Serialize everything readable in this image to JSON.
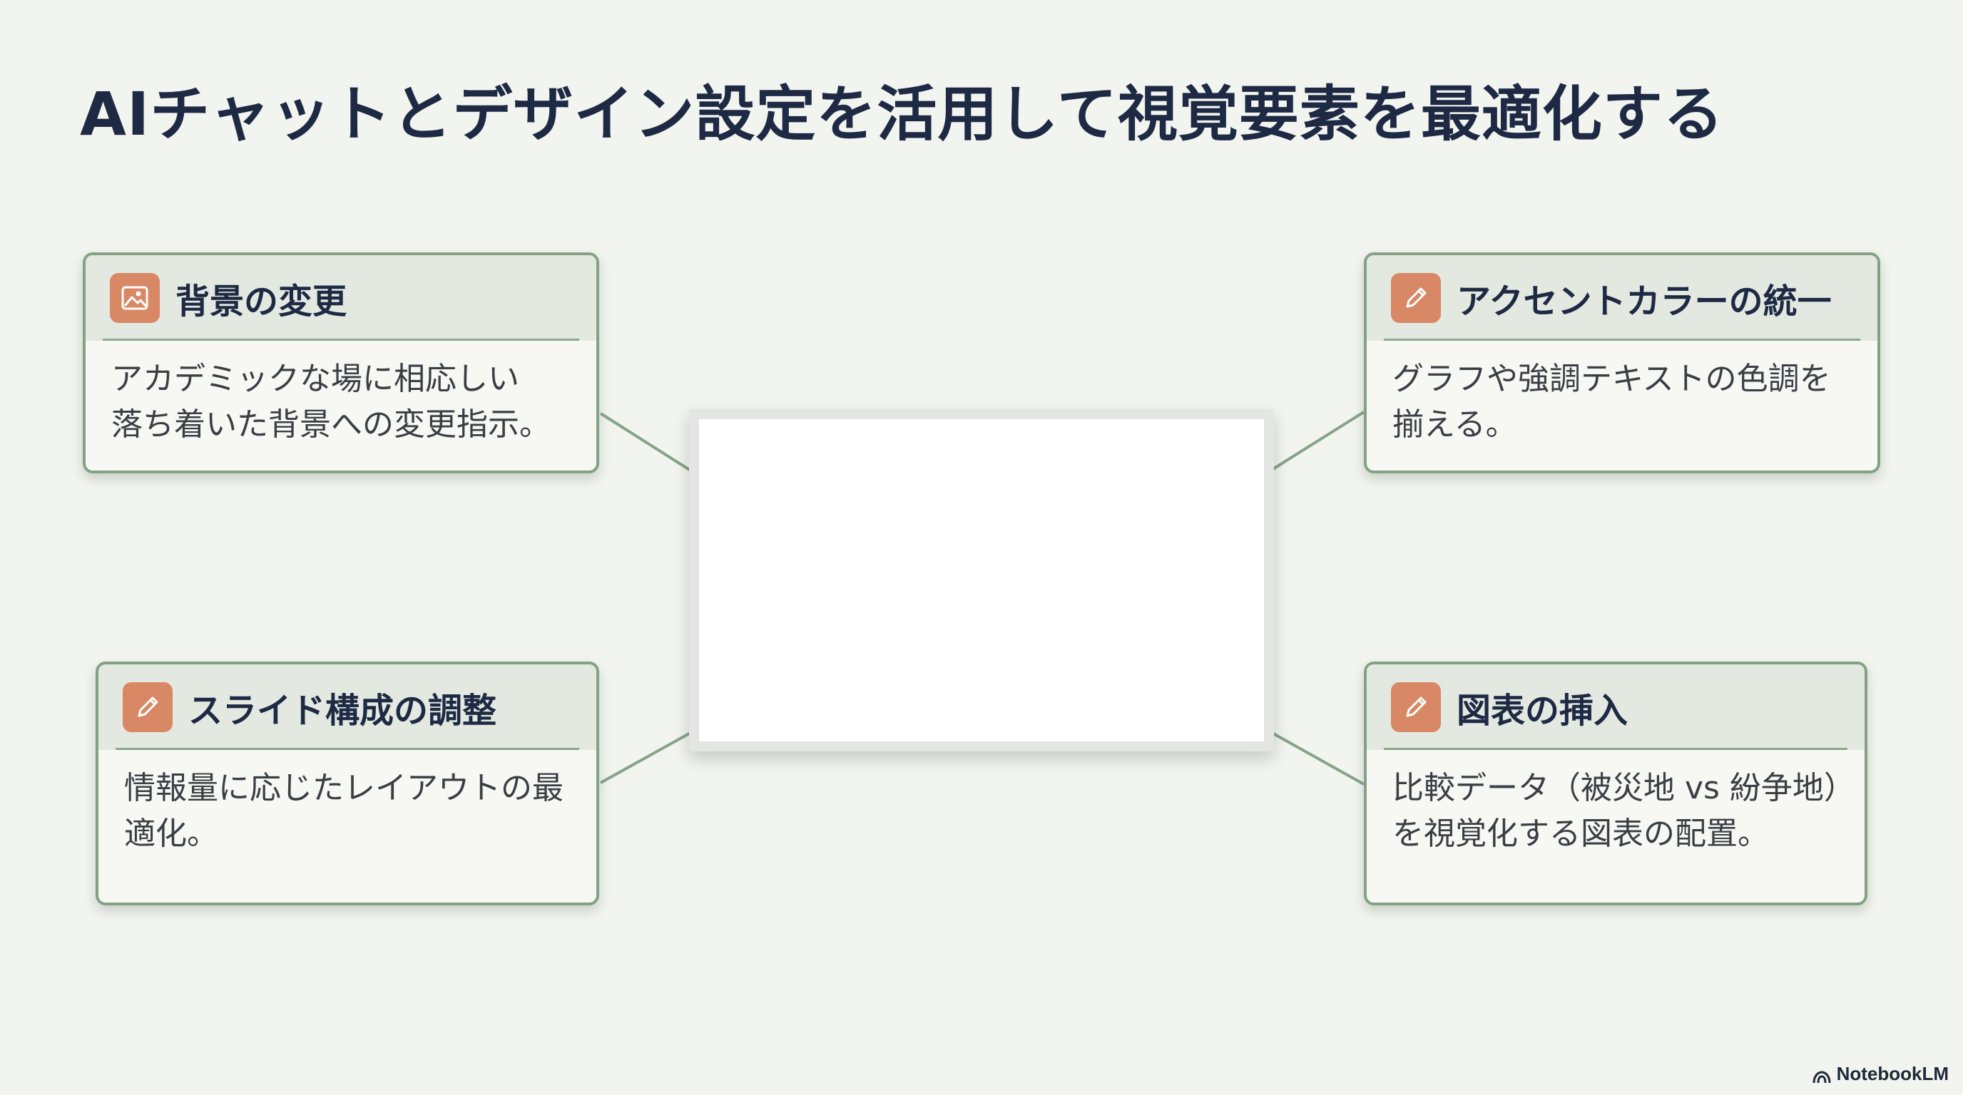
{
  "title": "AIチャットとデザイン設定を活用して視覚要素を最適化する",
  "colors": {
    "background": "#f2f4ef",
    "card_border": "#83a285",
    "card_header": "#e3e8e0",
    "icon_accent": "#d98866",
    "arrow": "#86a38a",
    "title_text": "#1e2a44"
  },
  "cards": [
    {
      "id": "background-change",
      "icon": "image-icon",
      "title": "背景の変更",
      "lines": [
        "アカデミックな場に相応しい",
        "落ち着いた背景への変更指示。"
      ]
    },
    {
      "id": "accent-color",
      "icon": "pencil-icon",
      "title": "アクセントカラーの統一",
      "lines": [
        "グラフや強調テキストの色調を",
        "揃える。"
      ]
    },
    {
      "id": "slide-layout",
      "icon": "pencil-icon",
      "title": "スライド構成の調整",
      "lines": [
        "情報量に応じたレイアウトの最",
        "適化。"
      ]
    },
    {
      "id": "chart-insert",
      "icon": "pencil-icon",
      "title": "図表の挿入",
      "lines": [
        "比較データ（被災地 vs 紛争地）",
        "を視覚化する図表の配置。"
      ]
    }
  ],
  "brand": {
    "label": "NotebookLM",
    "icon": "notebooklm-logo-icon"
  }
}
